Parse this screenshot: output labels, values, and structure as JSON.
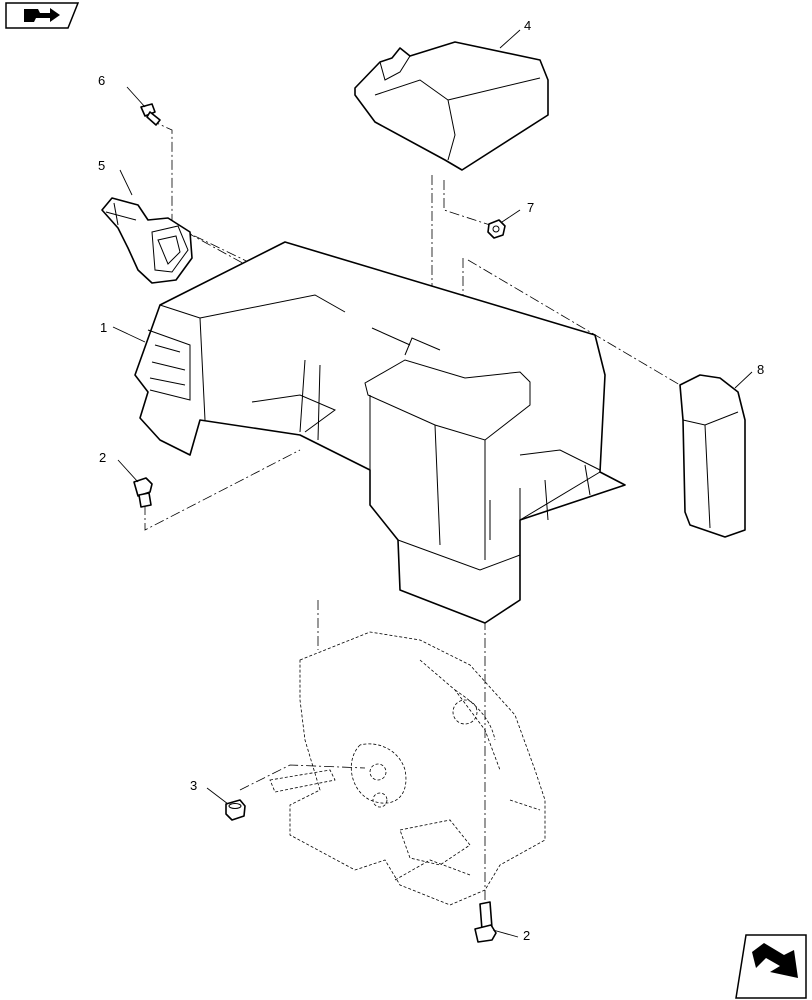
{
  "callouts": [
    {
      "id": "c6",
      "text": "6"
    },
    {
      "id": "c5",
      "text": "5"
    },
    {
      "id": "c1",
      "text": "1"
    },
    {
      "id": "c2a",
      "text": "2"
    },
    {
      "id": "c4",
      "text": "4"
    },
    {
      "id": "c7",
      "text": "7"
    },
    {
      "id": "c8",
      "text": "8"
    },
    {
      "id": "c3",
      "text": "3"
    },
    {
      "id": "c2b",
      "text": "2"
    }
  ]
}
